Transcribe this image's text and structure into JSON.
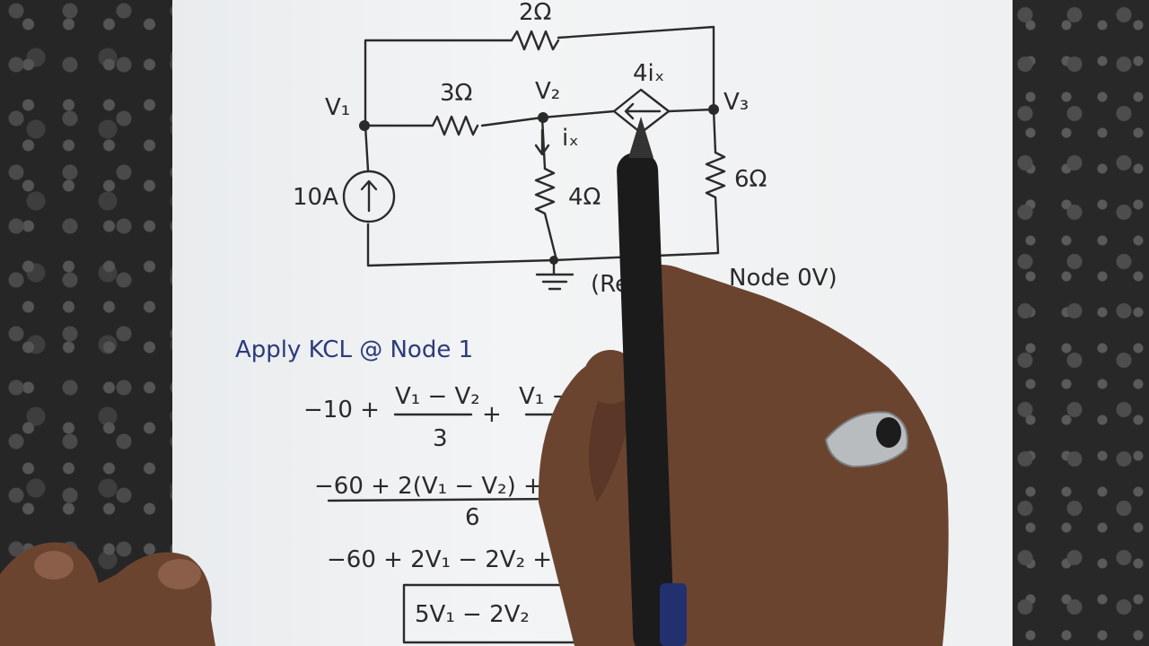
{
  "circuit": {
    "r_top": "2Ω",
    "r_12": "3Ω",
    "r_2g": "4Ω",
    "r_3g": "6Ω",
    "source_current": "10A",
    "dependent_source": "4iₓ",
    "current_label": "iₓ",
    "node1": "V₁",
    "node2": "V₂",
    "node3": "V₃",
    "reference_note": "(Re",
    "reference_note_tail": "Node 0V)"
  },
  "notes": {
    "heading": "Apply KCL @ Node 1",
    "eq1_lead": "−10 +",
    "eq1_num": "V₁ − V₂",
    "eq1_den": "3",
    "eq1_plus": "+",
    "eq1_num2": "V₁ − V",
    "eq2_num": "−60 + 2(V₁ − V₂) + 3",
    "eq2_den": "6",
    "eq3": "−60 + 2V₁ − 2V₂ +",
    "eq4": "5V₁ − 2V₂"
  },
  "colors": {
    "paper": "#eef0f1",
    "ink_black": "#2a2a2a",
    "ink_blue": "#2c3b7a",
    "countertop": "#282828"
  }
}
